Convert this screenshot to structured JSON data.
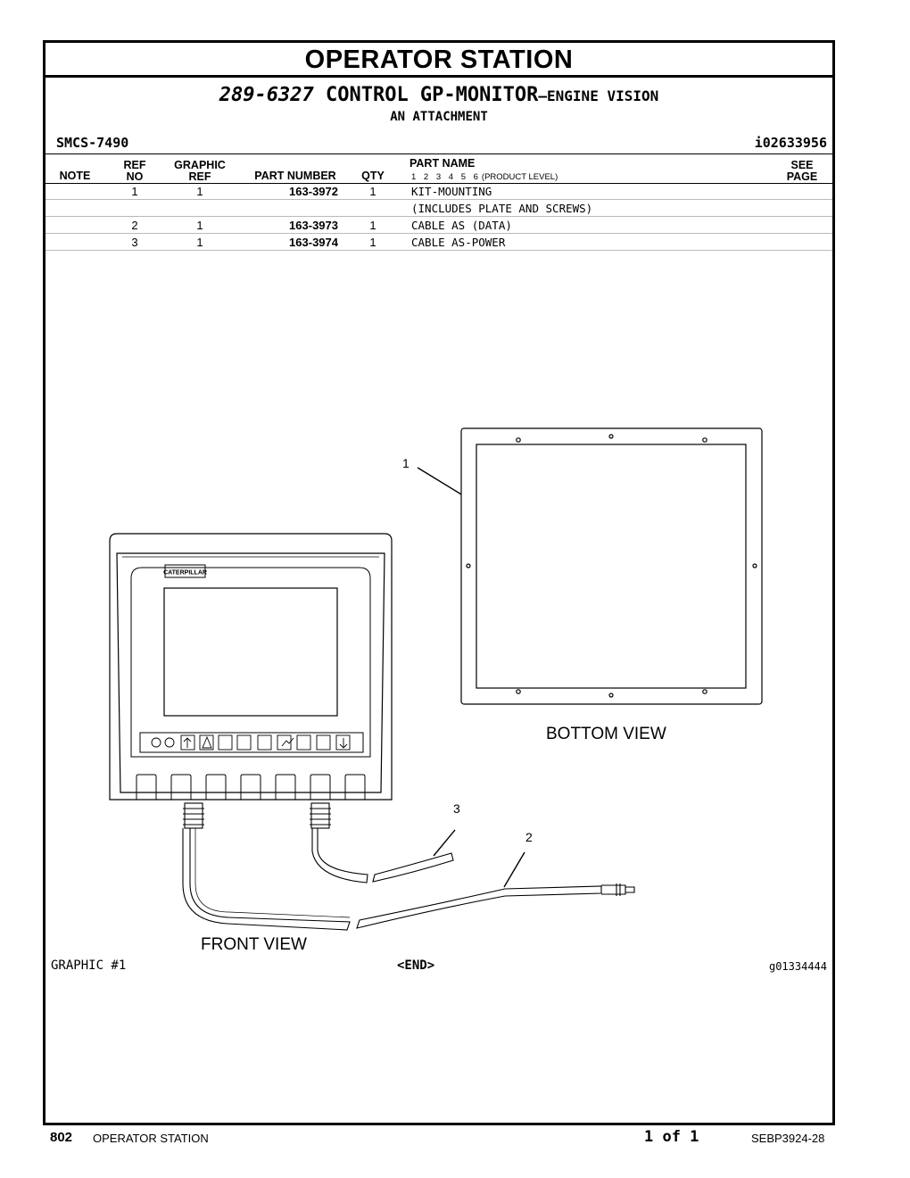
{
  "header": {
    "title": "OPERATOR  STATION",
    "part_number": "289-6327",
    "name": "CONTROL GP-MONITOR",
    "suffix": "—ENGINE VISION",
    "attachment": "AN ATTACHMENT",
    "smcs": "SMCS-7490",
    "illustration_id": "i02633956"
  },
  "table": {
    "headers": {
      "note": "NOTE",
      "ref_no": [
        "REF",
        "NO"
      ],
      "graphic_ref": [
        "GRAPHIC",
        "REF"
      ],
      "part_number": "PART NUMBER",
      "qty": "QTY",
      "part_name": "PART NAME",
      "levels": "1  2  3  4  5  6",
      "product_level": "(PRODUCT LEVEL)",
      "see_page": [
        "SEE",
        "PAGE"
      ]
    },
    "rows": [
      {
        "ref": "1",
        "gref": "1",
        "pn": "163-3972",
        "qty": "1",
        "name": "KIT-MOUNTING"
      },
      {
        "ref": "",
        "gref": "",
        "pn": "",
        "qty": "",
        "name": "(INCLUDES PLATE AND SCREWS)"
      },
      {
        "ref": "2",
        "gref": "1",
        "pn": "163-3973",
        "qty": "1",
        "name": "CABLE AS (DATA)"
      },
      {
        "ref": "3",
        "gref": "1",
        "pn": "163-3974",
        "qty": "1",
        "name": "CABLE AS-POWER"
      }
    ]
  },
  "graphic": {
    "callouts": [
      "1",
      "2",
      "3"
    ],
    "bottom_view": "BOTTOM VIEW",
    "front_view": "FRONT VIEW",
    "brand": "CATERPILLAR",
    "label": "GRAPHIC #1",
    "end": "<END>",
    "graphic_id": "g01334444"
  },
  "footer": {
    "page": "802",
    "section": "OPERATOR STATION",
    "page_of": "1 of 1",
    "doc": "SEBP3924-28"
  }
}
